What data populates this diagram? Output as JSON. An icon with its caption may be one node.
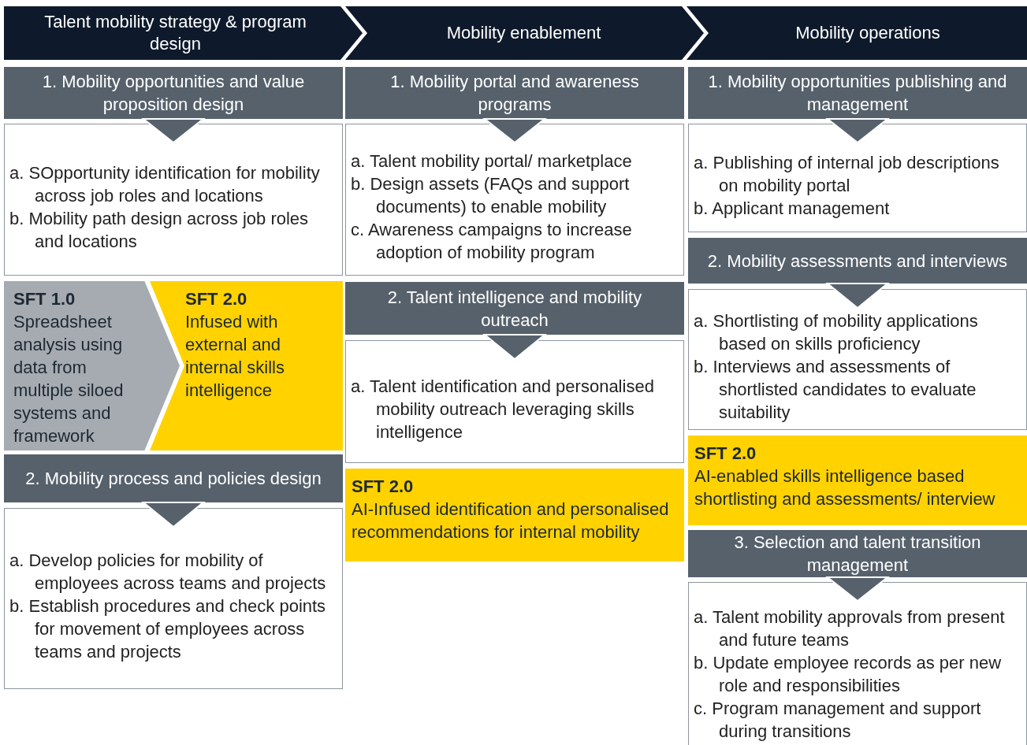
{
  "diagram": {
    "nodes": [
      {
        "text": [
          "Talent mobility strategy & program design"
        ]
      },
      {
        "text": [
          "Mobility enablement"
        ]
      },
      {
        "text": [
          "Mobility operations"
        ]
      },
      {
        "text": [
          "1. Mobility opportunities and value proposition design"
        ]
      },
      {
        "text": [
          "a. SOpportunity identification for mobility across job roles and locations",
          "b. Mobility path design across job roles and locations"
        ]
      },
      {
        "text": [
          "SFT 1.0",
          "Spreadsheet analysis using data from multiple siloed systems and framework"
        ]
      },
      {
        "text": [
          "SFT 2.0",
          "Infused with external and internal skills intelligence"
        ]
      },
      {
        "text": [
          "2. Mobility process and policies design"
        ]
      },
      {
        "text": [
          "a. Develop policies for mobility of employees across teams and projects",
          "b. Establish procedures and check points for movement of employees across teams and projects"
        ]
      },
      {
        "text": [
          "1. Mobility portal and awareness programs"
        ]
      },
      {
        "text": [
          "a. Talent mobility portal/ marketplace",
          "b. Design assets (FAQs and support documents) to enable mobility",
          "c. Awareness campaigns to increase adoption of mobility program"
        ]
      },
      {
        "text": [
          "2. Talent intelligence and mobility outreach"
        ]
      },
      {
        "text": [
          "a. Talent identification and personalised mobility outreach leveraging skills intelligence"
        ]
      },
      {
        "text": [
          "SFT 2.0",
          "AI-Infused identification and personalised recommendations for internal mobility"
        ]
      },
      {
        "text": [
          "1. Mobility opportunities publishing and management"
        ]
      },
      {
        "text": [
          "a. Publishing of internal job descriptions on mobility portal",
          "b. Applicant management"
        ]
      },
      {
        "text": [
          "2. Mobility assessments and interviews"
        ]
      },
      {
        "text": [
          "a. Shortlisting of mobility applications based on skills proficiency",
          "b. Interviews and assessments of shortlisted candidates to evaluate suitability"
        ]
      },
      {
        "text": [
          "SFT 2.0",
          "AI-enabled skills intelligence based shortlisting and assessments/ interview"
        ]
      },
      {
        "text": [
          "3. Selection and talent transition management"
        ]
      },
      {
        "text": [
          "a. Talent mobility approvals from present and future teams",
          "b. Update employee records as per new role and responsibilities",
          "c. Program management and support during transitions"
        ]
      }
    ],
    "edges": [
      {
        "from": 3,
        "to": 4,
        "arrow": "to"
      },
      {
        "from": 7,
        "to": 8,
        "arrow": "to"
      },
      {
        "from": 9,
        "to": 10,
        "arrow": "to"
      },
      {
        "from": 11,
        "to": 12,
        "arrow": "to"
      },
      {
        "from": 14,
        "to": 15,
        "arrow": "to"
      },
      {
        "from": 16,
        "to": 17,
        "arrow": "to"
      },
      {
        "from": 19,
        "to": 20,
        "arrow": "to"
      }
    ]
  }
}
